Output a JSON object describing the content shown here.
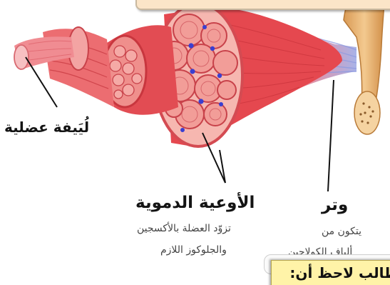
{
  "diagram": {
    "labels": {
      "muscle_fiber": "لُيَيفة عضلية",
      "blood_vessels": "الأوعية الدموية",
      "blood_vessels_desc_line1": "تزوّد العضلة بالأكسجين",
      "blood_vessels_desc_line2": "والجلوكوز اللازم",
      "tendon": "وتر",
      "tendon_desc_line1": "يتكون من",
      "tendon_desc_line2": "ألياف الكولاجين"
    },
    "note": {
      "text": "طالب لاحظ أن:"
    },
    "colors": {
      "muscle": "#e8545a",
      "muscle_light": "#f4a6a2",
      "tendon_blue": "#aab4e6",
      "bone_tan": "#e8b87a",
      "vessel_blue": "#3a3fd0",
      "banner": "#fbe5c8",
      "note": "#fff3a8"
    }
  }
}
